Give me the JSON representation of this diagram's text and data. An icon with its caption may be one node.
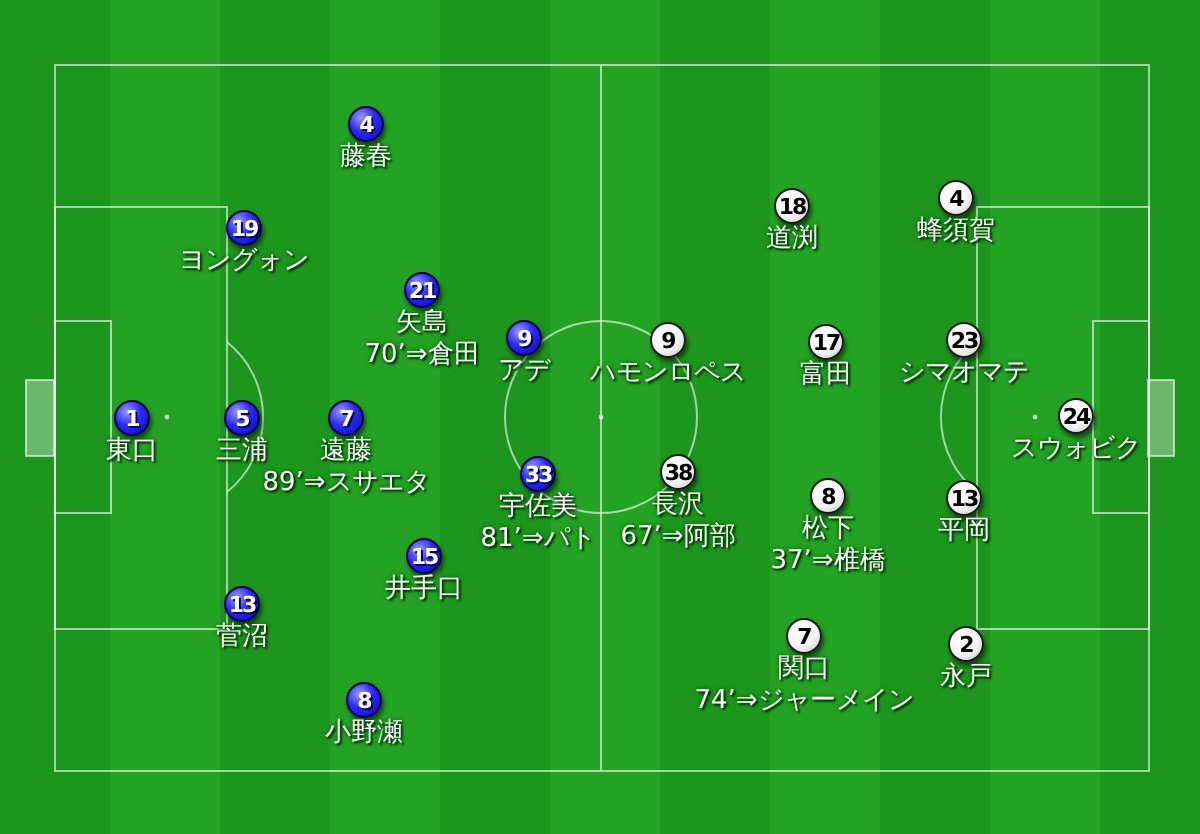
{
  "diagram": {
    "nodes": [
      {
        "text": [
          "4"
        ],
        "beside": [
          "藤春"
        ]
      },
      {
        "text": [
          "19"
        ],
        "beside": [
          "ヨングォン"
        ]
      },
      {
        "text": [
          "21"
        ],
        "beside": [
          "矢島",
          "70’⇒倉田"
        ]
      },
      {
        "text": [
          "9"
        ],
        "beside": [
          "アデ"
        ]
      },
      {
        "text": [
          "1"
        ],
        "beside": [
          "東口"
        ]
      },
      {
        "text": [
          "5"
        ],
        "beside": [
          "三浦"
        ]
      },
      {
        "text": [
          "7"
        ],
        "beside": [
          "遠藤",
          "89’⇒スサエタ"
        ]
      },
      {
        "text": [
          "33"
        ],
        "beside": [
          "宇佐美",
          "81’⇒パト"
        ]
      },
      {
        "text": [
          "15"
        ],
        "beside": [
          "井手口"
        ]
      },
      {
        "text": [
          "13"
        ],
        "beside": [
          "菅沼"
        ]
      },
      {
        "text": [
          "8"
        ],
        "beside": [
          "小野瀬"
        ]
      },
      {
        "text": [
          "18"
        ],
        "beside": [
          "道渕"
        ]
      },
      {
        "text": [
          "4"
        ],
        "beside": [
          "蜂須賀"
        ]
      },
      {
        "text": [
          "9"
        ],
        "beside": [
          "ハモンロペス"
        ]
      },
      {
        "text": [
          "17"
        ],
        "beside": [
          "富田"
        ]
      },
      {
        "text": [
          "23"
        ],
        "beside": [
          "シマオマテ"
        ]
      },
      {
        "text": [
          "24"
        ],
        "beside": [
          "スウォビク"
        ]
      },
      {
        "text": [
          "38"
        ],
        "beside": [
          "長沢",
          "67’⇒阿部"
        ]
      },
      {
        "text": [
          "8"
        ],
        "beside": [
          "松下",
          "37’⇒椎橋"
        ]
      },
      {
        "text": [
          "13"
        ],
        "beside": [
          "平岡"
        ]
      },
      {
        "text": [
          "7"
        ],
        "beside": [
          "関口",
          "74’⇒ジャーメイン"
        ]
      },
      {
        "text": [
          "2"
        ],
        "beside": [
          "永戸"
        ]
      }
    ]
  }
}
